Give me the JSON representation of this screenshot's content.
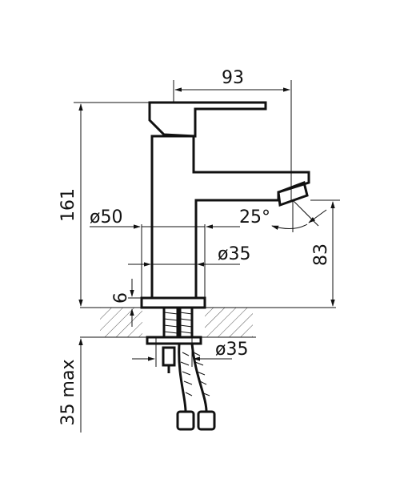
{
  "dimensions": {
    "spout_reach": "93",
    "total_height": "161",
    "base_diameter": "ø50",
    "body_diameter": "ø35",
    "spout_angle": "25°",
    "spout_height": "83",
    "base_thickness": "6",
    "hole_diameter": "ø35",
    "max_counter_thickness": "35 max"
  }
}
